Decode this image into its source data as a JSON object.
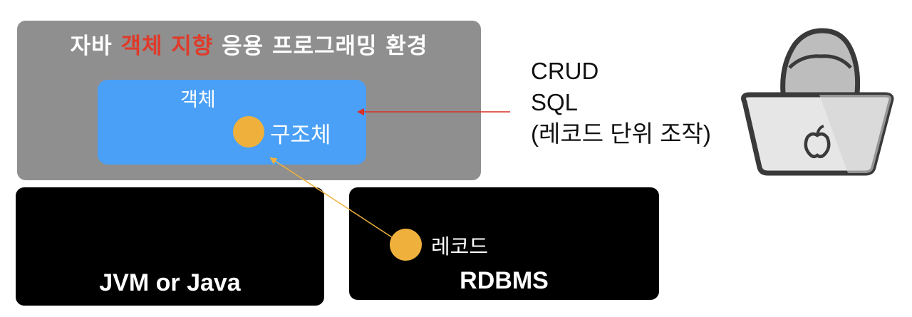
{
  "env": {
    "title_pre": "자바 ",
    "title_highlight": "객체 지향",
    "title_post": " 응용 프로그래밍 환경"
  },
  "object_box": {
    "label": "객체",
    "struct_label": "구조체"
  },
  "jvm_box": {
    "label": "JVM or Java"
  },
  "rdbms_box": {
    "label": "RDBMS",
    "record_label": "레코드"
  },
  "operations": {
    "line1": "CRUD",
    "line2": "SQL",
    "line3": "(레코드 단위 조작)"
  },
  "colors": {
    "env_bg": "#8f8f8f",
    "highlight": "#e03a2a",
    "object_bg": "#4aa0f6",
    "dot": "#f0b13c",
    "arrow_red": "#d93025",
    "arrow_orange": "#f0b13c"
  },
  "icons": {
    "user": "user-at-laptop-icon",
    "apple": "apple-logo-icon"
  }
}
